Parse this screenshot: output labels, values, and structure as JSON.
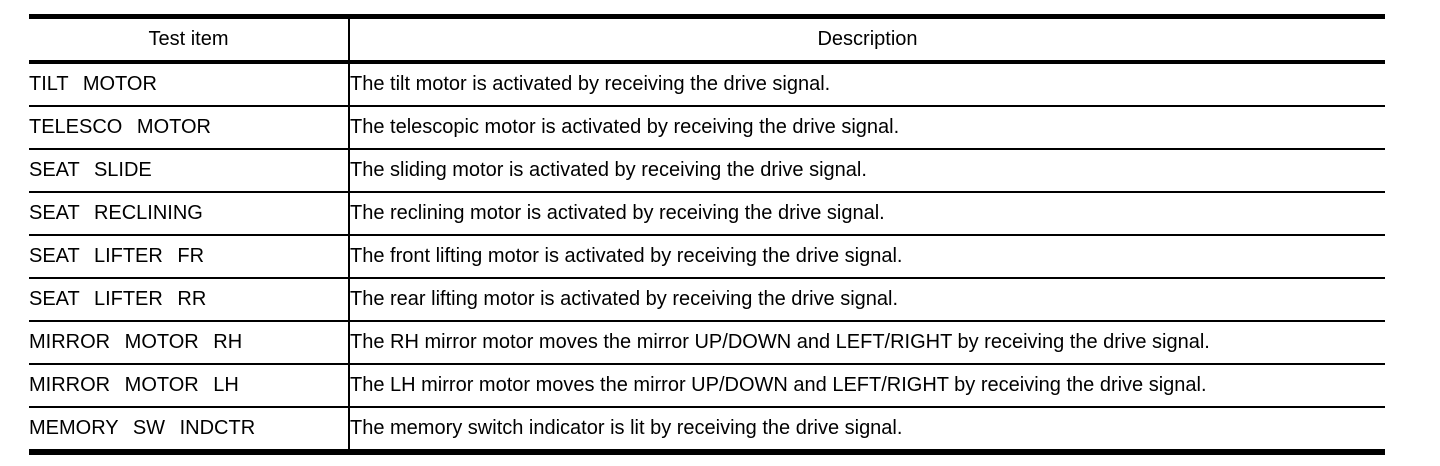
{
  "table": {
    "headers": {
      "test_item": "Test item",
      "description": "Description"
    },
    "rows": [
      {
        "item": "TILT MOTOR",
        "description": "The tilt motor is activated by receiving the drive signal."
      },
      {
        "item": "TELESCO MOTOR",
        "description": "The telescopic motor is activated by receiving the drive signal."
      },
      {
        "item": "SEAT SLIDE",
        "description": "The sliding motor is activated by receiving the drive signal."
      },
      {
        "item": "SEAT RECLINING",
        "description": "The reclining motor is activated by receiving the drive signal."
      },
      {
        "item": "SEAT LIFTER FR",
        "description": "The front lifting motor is activated by receiving the drive signal."
      },
      {
        "item": "SEAT LIFTER RR",
        "description": "The rear lifting motor is activated by receiving the drive signal."
      },
      {
        "item": "MIRROR MOTOR RH",
        "description": "The RH mirror motor moves the mirror UP/DOWN and LEFT/RIGHT by receiving the drive signal."
      },
      {
        "item": "MIRROR MOTOR LH",
        "description": "The LH mirror motor moves the mirror UP/DOWN and LEFT/RIGHT by receiving the drive signal."
      },
      {
        "item": "MEMORY SW INDCTR",
        "description": "The memory switch indicator is lit by receiving the drive signal."
      }
    ],
    "colors": {
      "border": "#000000",
      "text": "#000000",
      "background": "#ffffff"
    }
  }
}
